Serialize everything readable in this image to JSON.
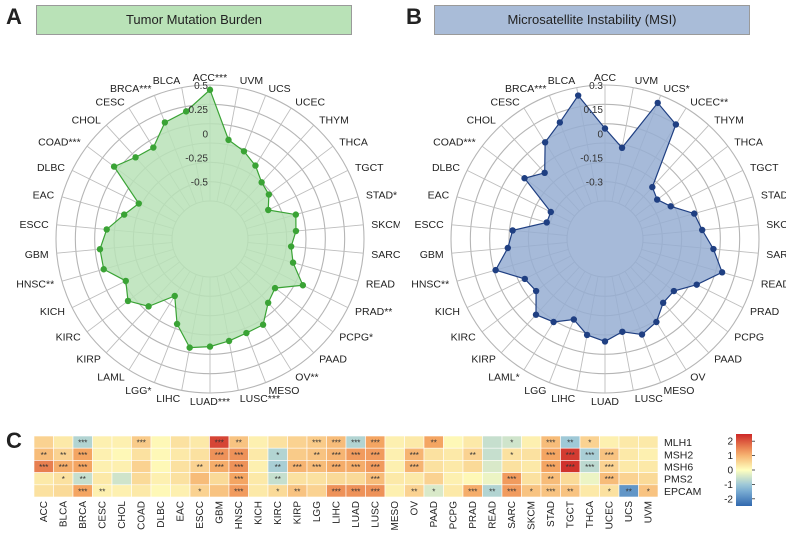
{
  "panel_letters": [
    "A",
    "B",
    "C"
  ],
  "chart_data": [
    {
      "type": "radar",
      "panel": "A",
      "title": "Tumor Mutation Burden",
      "radial_ticks": [
        "0.5",
        "0.25",
        "0",
        "-0.25",
        "-0.5"
      ],
      "rlim": [
        -0.7,
        0.5
      ],
      "color": "#3aa335",
      "fill": "#b9e2b7",
      "categories": [
        "ACC***",
        "UVM",
        "UCS",
        "UCEC",
        "THYM",
        "THCA",
        "TGCT",
        "STAD*",
        "SKCM",
        "SARC",
        "READ",
        "PRAD**",
        "PCPG*",
        "PAAD",
        "OV**",
        "MESO",
        "LUSC***",
        "LUAD***",
        "LIHC",
        "LGG*",
        "LAML",
        "KIRP",
        "KIRC",
        "KICH",
        "HNSC**",
        "GBM",
        "ESCC",
        "EAC",
        "DLBC",
        "COAD***",
        "CHOL",
        "CESC",
        "BRCA***",
        "BLCA"
      ],
      "values": [
        0.45,
        -0.05,
        -0.12,
        -0.2,
        -0.3,
        -0.33,
        -0.42,
        -0.17,
        -0.2,
        -0.25,
        -0.2,
        -0.02,
        -0.25,
        -0.2,
        -0.05,
        -0.05,
        -0.02,
        0.02,
        0.05,
        -0.15,
        -0.4,
        -0.15,
        -0.03,
        -0.12,
        0.05,
        0.05,
        -0.02,
        -0.17,
        -0.27,
        0.15,
        0.05,
        0.02,
        0.2,
        0.25
      ]
    },
    {
      "type": "radar",
      "panel": "B",
      "title": "Microsatellite Instability (MSI)",
      "radial_ticks": [
        "0.3",
        "0.15",
        "0",
        "-0.15",
        "-0.3"
      ],
      "rlim": [
        -0.42,
        0.3
      ],
      "color": "#1f3f82",
      "fill": "#97aed2",
      "categories": [
        "ACC",
        "UVM",
        "UCS*",
        "UCEC**",
        "THYM",
        "THCA",
        "TGCT",
        "STAD",
        "SKCM",
        "SARC",
        "READ**",
        "PRAD",
        "PCPG",
        "PAAD",
        "OV",
        "MESO",
        "LUSC",
        "LUAD",
        "LIHC",
        "LGG",
        "LAML*",
        "KIRP",
        "KIRC",
        "KICH",
        "HNSC**",
        "GBM",
        "ESCC",
        "EAC",
        "DLBC",
        "COAD***",
        "CHOL",
        "CESC",
        "BRCA***",
        "BLCA"
      ],
      "values": [
        0.03,
        -0.08,
        0.25,
        0.18,
        -0.22,
        -0.25,
        -0.2,
        -0.08,
        -0.05,
        0.02,
        0.1,
        -0.02,
        -0.12,
        -0.12,
        -0.05,
        -0.02,
        -0.07,
        -0.02,
        -0.05,
        -0.12,
        -0.05,
        -0.02,
        -0.12,
        -0.1,
        0.05,
        -0.05,
        -0.08,
        -0.28,
        -0.28,
        -0.03,
        -0.1,
        0.05,
        0.12,
        0.25
      ]
    },
    {
      "type": "heatmap",
      "panel": "C",
      "columns": [
        "ACC",
        "BLCA",
        "BRCA",
        "CESC",
        "CHOL",
        "COAD",
        "DLBC",
        "EAC",
        "ESCC",
        "GBM",
        "HNSC",
        "KICH",
        "KIRC",
        "KIRP",
        "LGG",
        "LIHC",
        "LUAD",
        "LUSC",
        "MESO",
        "OV",
        "PAAD",
        "PCPG",
        "PRAD",
        "READ",
        "SARC",
        "SKCM",
        "STAD",
        "TGCT",
        "THCA",
        "UCEC",
        "UCS",
        "UVM"
      ],
      "rows": [
        "MLH1",
        "MSH2",
        "MSH6",
        "PMS2",
        "EPCAM"
      ],
      "values": [
        [
          0.6,
          0.3,
          -0.8,
          0.2,
          0.2,
          0.7,
          0.1,
          0.4,
          0.3,
          2.2,
          0.8,
          0.2,
          0.4,
          0.6,
          0.7,
          0.9,
          -0.8,
          1.2,
          0.2,
          0.3,
          1.2,
          0.1,
          0.3,
          -0.6,
          -0.5,
          0.2,
          0.9,
          -1.0,
          0.6,
          0.2,
          0.3,
          0.3
        ],
        [
          0.9,
          0.6,
          1.2,
          0.2,
          0.1,
          0.4,
          0.1,
          0.3,
          0.4,
          1.4,
          1.4,
          0.3,
          -0.8,
          0.7,
          0.8,
          1.0,
          1.3,
          1.3,
          0.2,
          1.0,
          0.4,
          0.3,
          0.6,
          -0.6,
          0.4,
          0.4,
          1.2,
          2.3,
          -0.9,
          0.8,
          0.3,
          0.2
        ],
        [
          1.6,
          1.1,
          1.2,
          0.2,
          0.2,
          0.6,
          0.1,
          0.4,
          0.6,
          1.1,
          1.4,
          0.2,
          -0.9,
          1.0,
          0.9,
          1.1,
          1.1,
          1.3,
          0.2,
          1.0,
          0.4,
          0.3,
          0.5,
          -0.4,
          0.4,
          0.3,
          1.2,
          2.4,
          -0.7,
          0.6,
          0.3,
          0.3
        ],
        [
          0.3,
          0.4,
          -0.6,
          0.3,
          -0.5,
          0.5,
          0.2,
          0.4,
          0.9,
          0.5,
          1.2,
          0.3,
          -0.6,
          0.4,
          0.4,
          0.5,
          0.5,
          0.9,
          0.3,
          0.3,
          0.6,
          0.2,
          0.1,
          -0.2,
          1.3,
          0.4,
          0.9,
          0.5,
          -0.2,
          0.9,
          0.6,
          0.5
        ],
        [
          0.4,
          0.5,
          1.2,
          0.2,
          0.2,
          0.3,
          0.1,
          0.2,
          0.6,
          0.8,
          1.3,
          0.3,
          0.5,
          0.8,
          0.6,
          1.4,
          1.4,
          1.4,
          0.2,
          0.6,
          -0.4,
          0.3,
          1.1,
          -0.8,
          1.3,
          0.8,
          0.8,
          0.8,
          0.3,
          0.4,
          -1.8,
          0.8
        ]
      ],
      "significance": [
        [
          "",
          "",
          "***",
          "",
          "",
          "***",
          "",
          "",
          "",
          "***",
          "**",
          "",
          "",
          "",
          "***",
          "***",
          "***",
          "***",
          "",
          "",
          "**",
          "",
          "",
          "",
          "*",
          "",
          "***",
          "**",
          "*",
          "",
          "",
          ""
        ],
        [
          "**",
          "**",
          "***",
          "",
          "",
          "",
          "",
          "",
          "",
          "***",
          "***",
          "",
          "*",
          "",
          "**",
          "***",
          "***",
          "***",
          "",
          "***",
          "",
          "",
          "**",
          "",
          "*",
          "",
          "***",
          "***",
          "***",
          "***",
          "",
          ""
        ],
        [
          "***",
          "***",
          "***",
          "",
          "",
          "",
          "",
          "",
          "**",
          "***",
          "***",
          "",
          "**",
          "***",
          "***",
          "***",
          "***",
          "***",
          "",
          "***",
          "",
          "",
          "",
          "",
          "",
          "",
          "***",
          "***",
          "***",
          "***",
          "",
          ""
        ],
        [
          "",
          "*",
          "**",
          "",
          "",
          "",
          "",
          "",
          "",
          "",
          "***",
          "",
          "**",
          "",
          "",
          "",
          "",
          "***",
          "",
          "",
          "",
          "",
          "",
          "",
          "***",
          "",
          "**",
          "",
          "",
          "***",
          "",
          ""
        ],
        [
          "",
          "",
          "***",
          "**",
          "",
          "",
          "",
          "",
          "*",
          "",
          "***",
          "",
          "*",
          "**",
          "",
          "***",
          "***",
          "***",
          "",
          "**",
          "*",
          "",
          "***",
          "**",
          "***",
          "*",
          "***",
          "**",
          "",
          "*",
          "**",
          "*"
        ]
      ],
      "colorbar_ticks": [
        2,
        1,
        0,
        -1,
        -2
      ],
      "vlim": [
        -2.5,
        2.5
      ]
    }
  ]
}
